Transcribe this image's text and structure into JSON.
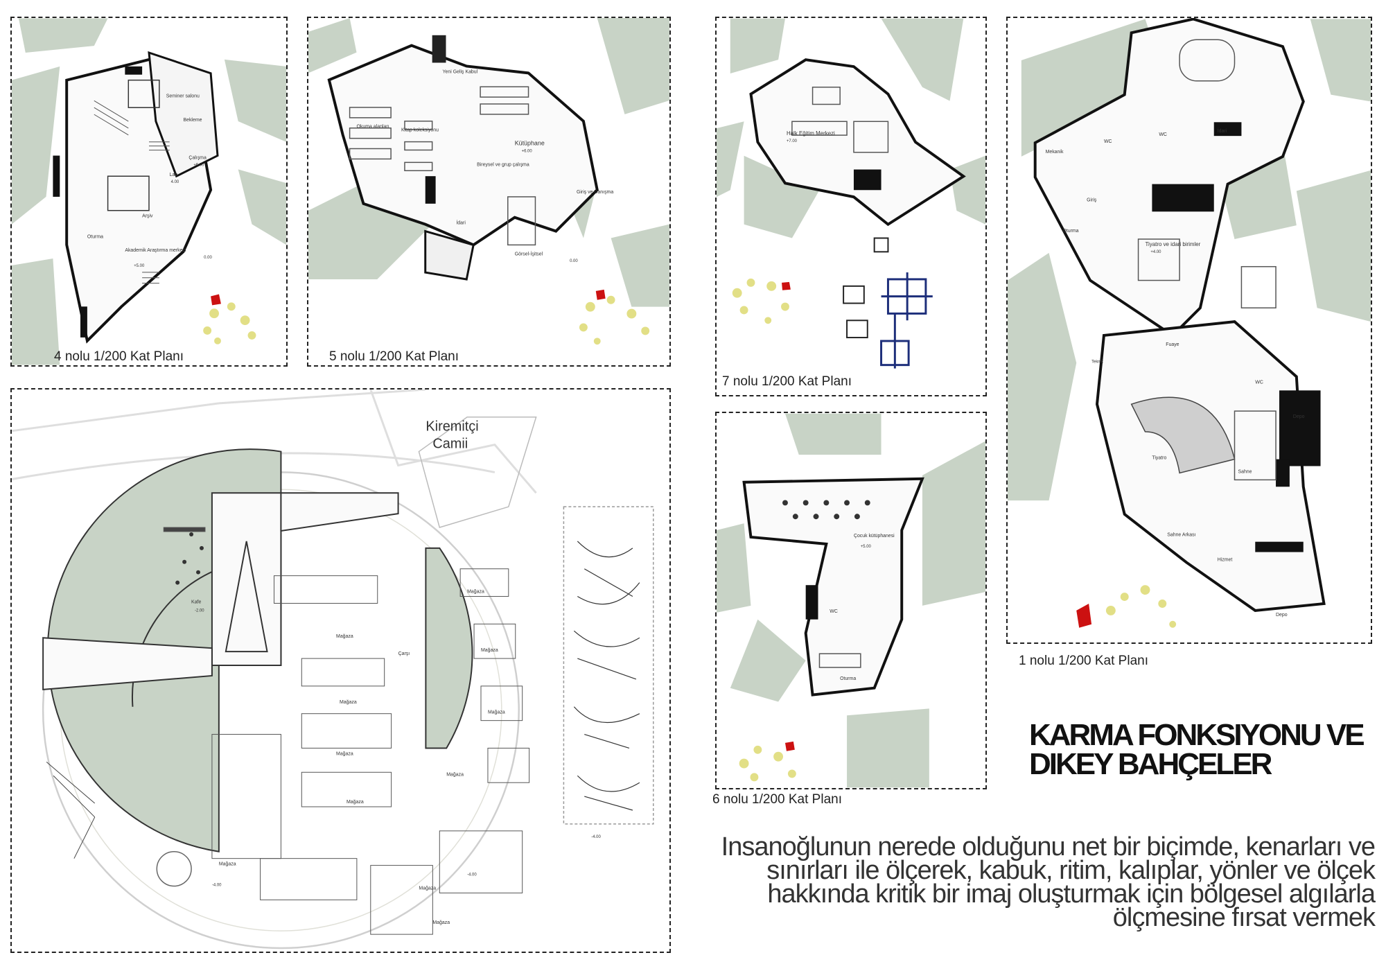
{
  "panels": {
    "plan4": {
      "caption": "4 nolu 1/200 Kat Planı",
      "labels": [
        "Seminer salonu",
        "Bekleme",
        "Çalışma",
        "Lab",
        "Arşiv",
        "Akademik Araştırma merkezi",
        "Oturma"
      ],
      "levels": [
        "+5.00",
        "+6.00",
        "0.00",
        "4.00"
      ]
    },
    "plan5": {
      "caption": "5 nolu 1/200 Kat Planı",
      "labels": [
        "Yeni Geliş Kabul",
        "Okuma alanları",
        "Kitap koleksiyonu",
        "Kütüphane",
        "Bireysel ve grup çalışma",
        "Giriş ve Danışma",
        "İdari",
        "Görsel-İşitsel"
      ],
      "levels": [
        "+6.00",
        "0.00"
      ]
    },
    "plan7": {
      "caption": "7 nolu 1/200 Kat Planı",
      "labels": [
        "Halk Eğitim Merkezi"
      ],
      "levels": [
        "+7.00"
      ]
    },
    "plan6": {
      "caption": "6 nolu 1/200 Kat Planı",
      "labels": [
        "Çocuk kütüphanesi",
        "WC",
        "Oturma"
      ],
      "levels": [
        "+5.00"
      ]
    },
    "plan1": {
      "caption": "1 nolu 1/200 Kat Planı",
      "labels": [
        "Mekanik",
        "WC",
        "WC",
        "İdari",
        "Giriş",
        "Oturma",
        "Tiyatro ve idari birimler",
        "Fuaye",
        "Teknik",
        "WC",
        "Depo",
        "Tiyatro",
        "Sahne",
        "Sahne Arkası",
        "Hizmet",
        "Depo"
      ],
      "levels": [
        "+4.00"
      ]
    },
    "site": {
      "mosque_label": [
        "Kiremitçi",
        "Camii"
      ],
      "labels": [
        "Kafe",
        "Çarşı",
        "Mağaza",
        "Mağaza",
        "Mağaza",
        "Mağaza",
        "Mağaza",
        "Mağaza",
        "Mağaza",
        "Mağaza",
        "Mağaza",
        "Mağaza",
        "Mağaza"
      ],
      "levels": [
        "-2.00",
        "-4.00",
        "-4.00",
        "-4.00"
      ]
    }
  },
  "title": [
    "KARMA FONKSIYONU VE",
    "DIKEY BAHÇELER"
  ],
  "description": [
    "Insanoğlunun nerede olduğunu net bir biçimde, kenarları ve",
    "sınırları ile ölçerek, kabuk, ritim, kalıplar, yönler ve ölçek",
    "hakkında kritik bir imaj oluşturmak için bölgesel algılarla",
    "ölçmesine fırsat vermek"
  ],
  "colors": {
    "green": "#c8d3c6",
    "wall": "#111111",
    "accent_red": "#cc1111",
    "accent_yellow": "#e2df86",
    "dash": "#222222"
  }
}
